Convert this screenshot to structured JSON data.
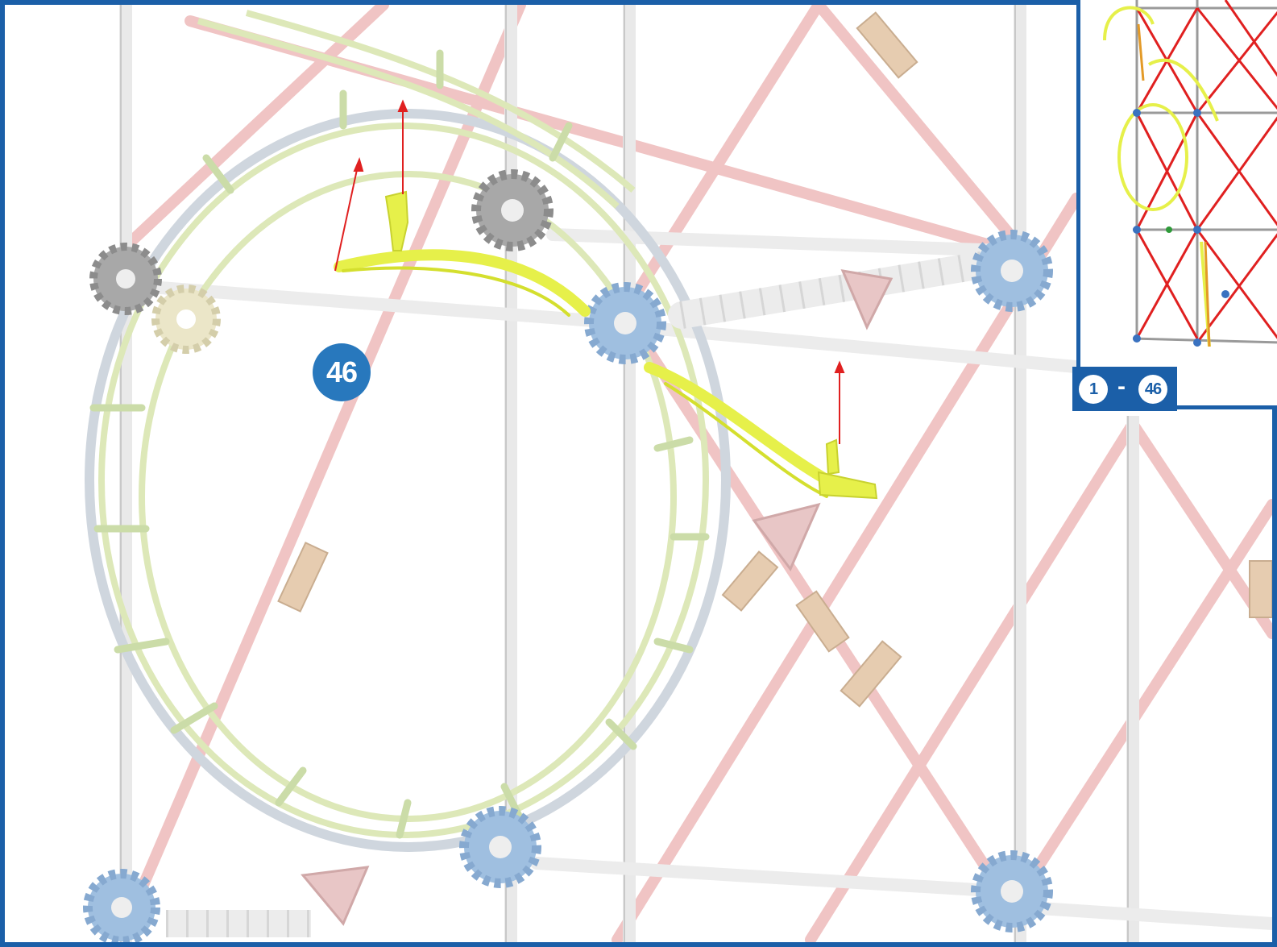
{
  "step": {
    "number": "46"
  },
  "overview": {
    "range_start": "1",
    "range_separator": "-",
    "range_end": "46"
  },
  "colors": {
    "border_blue": "#1b5fa8",
    "badge_blue": "#2878bd",
    "highlight_yellow": "#e6f04a",
    "arrow_red": "#e02020",
    "rod_white": "#eeeeee",
    "rod_pink": "#f0c4c4",
    "track_green": "#dde8b8",
    "rail_grey": "#cfd6de",
    "connector_blue": "#9fbfe0",
    "connector_grey": "#a8a8a8",
    "connector_tan": "#e6ccb0"
  },
  "icons": [
    "red-arrow-icon",
    "connector-icon"
  ]
}
